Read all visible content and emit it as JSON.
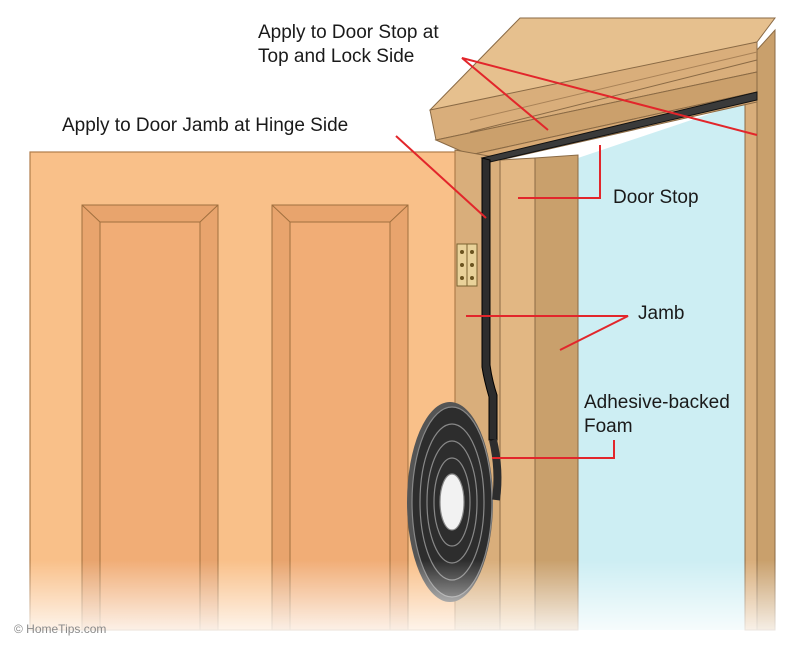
{
  "labels": {
    "door_stop_top_lock": [
      "Apply to Door Stop at",
      "Top and Lock Side"
    ],
    "door_jamb_hinge": "Apply to Door Jamb at Hinge Side",
    "door_stop": "Door Stop",
    "jamb": "Jamb",
    "foam": [
      "Adhesive-backed",
      "Foam"
    ]
  },
  "credit": "© HomeTips.com",
  "colors": {
    "door": "#f9c089",
    "door_panel": "#f1ad76",
    "wood": "#d9ae7b",
    "wood_dark": "#c29a66",
    "glass": "#cdeef3",
    "foam": "#2d2d2d",
    "callout_line": "#e2262b"
  }
}
